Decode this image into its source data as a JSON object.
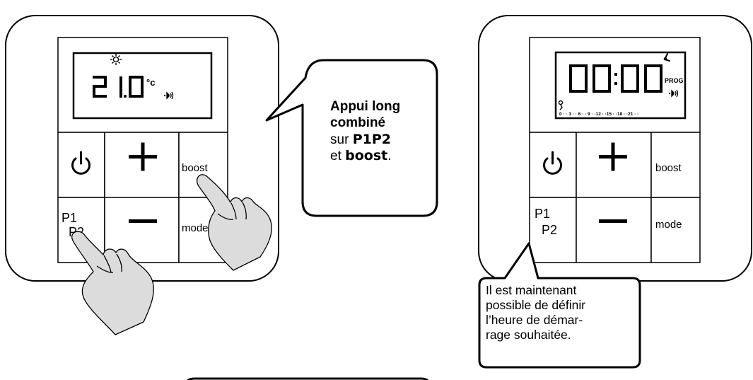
{
  "left_panel": {
    "lcd": {
      "temp_int": "2",
      "temp_dec": "1.0",
      "unit": "°c",
      "sun_icon": "sun-icon",
      "signal_icon": "signal-icon"
    },
    "buttons": {
      "power_icon": "power-icon",
      "plus": "+",
      "minus": "—",
      "boost": "boost",
      "p1": "P1",
      "p2": "P2",
      "mode": "mode"
    }
  },
  "right_panel": {
    "lcd": {
      "time": "00:00",
      "prog": "PROG",
      "scale": "0 · · 3 · · 6 · · 9 · ·12 · ·15 · ·18 · ·21 · ·",
      "fan_icon": "fan-icon",
      "signal_icon": "signal-icon"
    },
    "buttons": {
      "power_icon": "power-icon",
      "plus": "+",
      "minus": "—",
      "boost": "boost",
      "p1": "P1",
      "p2": "P2",
      "mode": "mode"
    }
  },
  "callout_1": {
    "line1": "Appui long",
    "line2": "combiné",
    "line3_pre": "sur ",
    "line3_key": "P1P2",
    "line4_pre": "et ",
    "line4_key": "boost",
    "line4_post": "."
  },
  "callout_2": {
    "line1": "Il est maintenant",
    "line2": "possible de définir",
    "line3": "l’heure de démar-",
    "line4": "rage souhaitée."
  }
}
